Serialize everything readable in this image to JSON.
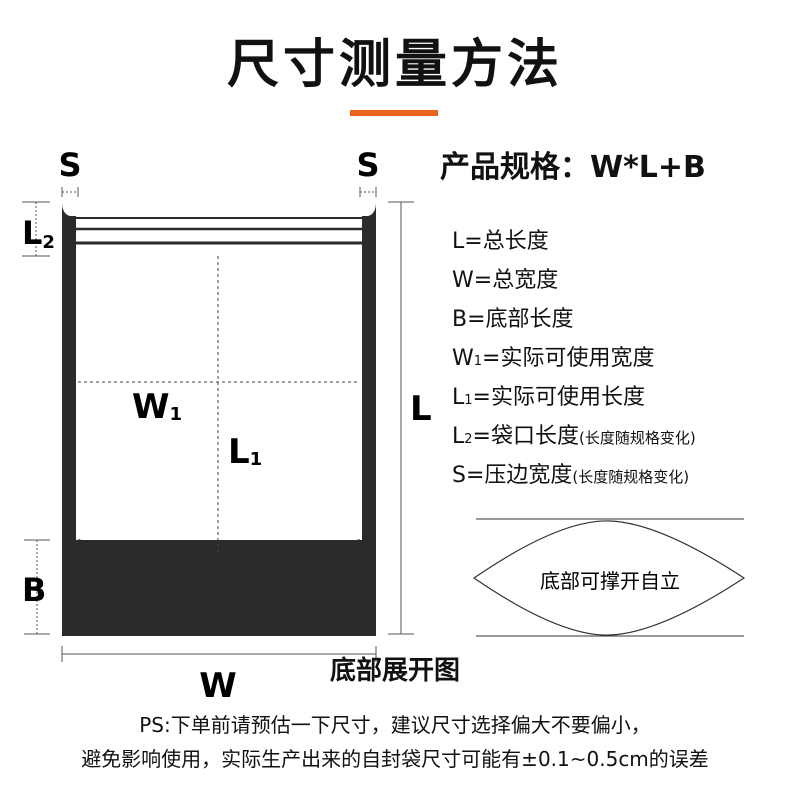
{
  "title": "尺寸测量方法",
  "accent_color": "#e8641b",
  "spec_line": "产品规格：W*L+B",
  "diagram_labels": {
    "s_left": "S",
    "s_right": "S",
    "l2_main": "L",
    "l2_sub": "2",
    "w1_main": "W",
    "w1_sub": "1",
    "l1_main": "L",
    "l1_sub": "1",
    "l_right": "L",
    "b_left": "B",
    "w_bottom": "W"
  },
  "legend": [
    {
      "key": "L",
      "sub": "",
      "text": "=总长度",
      "note": ""
    },
    {
      "key": "W",
      "sub": "",
      "text": "=总宽度",
      "note": ""
    },
    {
      "key": "B",
      "sub": "",
      "text": "=底部长度",
      "note": ""
    },
    {
      "key": "W",
      "sub": "1",
      "text": "=实际可使用宽度",
      "note": ""
    },
    {
      "key": "L",
      "sub": "1",
      "text": "=实际可使用长度",
      "note": ""
    },
    {
      "key": "L",
      "sub": "2",
      "text": "=袋口长度",
      "note": "(长度随规格变化)"
    },
    {
      "key": "S",
      "sub": "",
      "text": "=压边宽度",
      "note": "(长度随规格变化)"
    }
  ],
  "bottom_shape_label": "底部可撑开自立",
  "bottom_caption": "底部展开图",
  "ps_line1": "PS:下单前请预估一下尺寸，建议尺寸选择偏大不要偏小，",
  "ps_line2": "避免影响使用，实际生产出来的自封袋尺寸可能有±0.1~0.5cm的误差"
}
